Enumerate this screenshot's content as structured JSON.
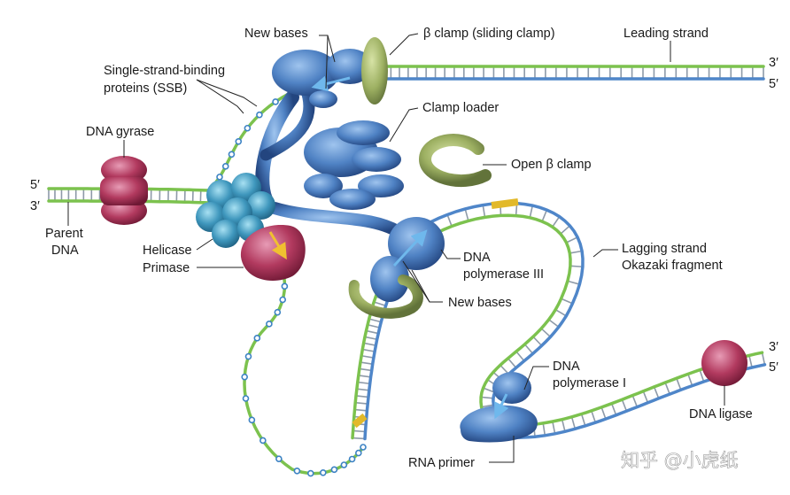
{
  "labels": {
    "new_bases_top": "New bases",
    "beta_clamp": "β clamp (sliding clamp)",
    "leading_strand": "Leading strand",
    "ssb_line1": "Single-strand-binding",
    "ssb_line2": "proteins (SSB)",
    "clamp_loader": "Clamp loader",
    "dna_gyrase": "DNA gyrase",
    "open_beta_clamp": "Open β clamp",
    "parent_line1": "Parent",
    "parent_line2": "DNA",
    "helicase": "Helicase",
    "primase": "Primase",
    "pol3_line1": "DNA",
    "pol3_line2": "polymerase III",
    "lagging_line1": "Lagging strand",
    "lagging_line2": "Okazaki fragment",
    "new_bases_mid": "New bases",
    "pol1_line1": "DNA",
    "pol1_line2": "polymerase I",
    "dna_ligase": "DNA ligase",
    "rna_primer": "RNA primer"
  },
  "strand_ends": {
    "left_top": "5′",
    "left_bottom": "3′",
    "right_top_3": "3′",
    "right_top_5": "5′",
    "right_bottom_3": "3′",
    "right_bottom_5": "5′"
  },
  "watermark": "知乎 @小虎纸",
  "colors": {
    "template_green": "#7cc24e",
    "new_blue": "#4f86c9",
    "rungs": "#8e9aa8",
    "rna_primer": "#e2b92a",
    "polymerase_blue": "#4573b5",
    "gyrase_red": "#b23a5f",
    "clamp_olive": "#9db062",
    "helicase_teal": "#3f97bd",
    "ssb_dot": "#3d83c4"
  }
}
